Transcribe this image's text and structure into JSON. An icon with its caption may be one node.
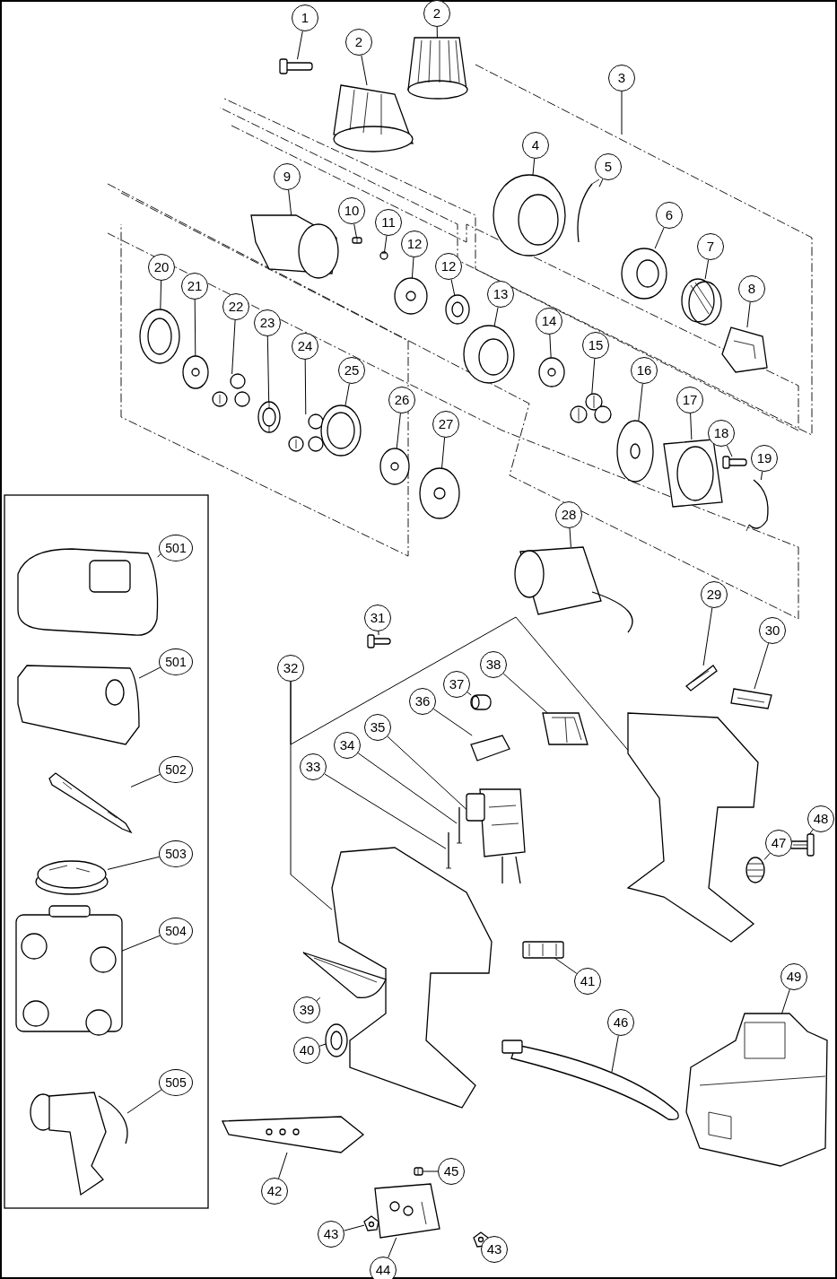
{
  "diagram": {
    "nodes": [
      {
        "text": [
          "1"
        ]
      },
      {
        "text": [
          "2"
        ]
      },
      {
        "text": [
          "2"
        ]
      },
      {
        "text": [
          "3"
        ]
      },
      {
        "text": [
          "4"
        ]
      },
      {
        "text": [
          "5"
        ]
      },
      {
        "text": [
          "6"
        ]
      },
      {
        "text": [
          "7"
        ]
      },
      {
        "text": [
          "8"
        ]
      },
      {
        "text": [
          "9"
        ]
      },
      {
        "text": [
          "10"
        ]
      },
      {
        "text": [
          "11"
        ]
      },
      {
        "text": [
          "12"
        ]
      },
      {
        "text": [
          "12"
        ]
      },
      {
        "text": [
          "13"
        ]
      },
      {
        "text": [
          "14"
        ]
      },
      {
        "text": [
          "15"
        ]
      },
      {
        "text": [
          "16"
        ]
      },
      {
        "text": [
          "17"
        ]
      },
      {
        "text": [
          "18"
        ]
      },
      {
        "text": [
          "19"
        ]
      },
      {
        "text": [
          "20"
        ]
      },
      {
        "text": [
          "21"
        ]
      },
      {
        "text": [
          "22"
        ]
      },
      {
        "text": [
          "23"
        ]
      },
      {
        "text": [
          "24"
        ]
      },
      {
        "text": [
          "25"
        ]
      },
      {
        "text": [
          "26"
        ]
      },
      {
        "text": [
          "27"
        ]
      },
      {
        "text": [
          "28"
        ]
      },
      {
        "text": [
          "29"
        ]
      },
      {
        "text": [
          "30"
        ]
      },
      {
        "text": [
          "31"
        ]
      },
      {
        "text": [
          "32"
        ]
      },
      {
        "text": [
          "33"
        ]
      },
      {
        "text": [
          "34"
        ]
      },
      {
        "text": [
          "35"
        ]
      },
      {
        "text": [
          "36"
        ]
      },
      {
        "text": [
          "37"
        ]
      },
      {
        "text": [
          "38"
        ]
      },
      {
        "text": [
          "39"
        ]
      },
      {
        "text": [
          "40"
        ]
      },
      {
        "text": [
          "41"
        ]
      },
      {
        "text": [
          "42"
        ]
      },
      {
        "text": [
          "43"
        ]
      },
      {
        "text": [
          "44"
        ]
      },
      {
        "text": [
          "45"
        ]
      },
      {
        "text": [
          "43"
        ]
      },
      {
        "text": [
          "46"
        ]
      },
      {
        "text": [
          "47"
        ]
      },
      {
        "text": [
          "48"
        ]
      },
      {
        "text": [
          "49"
        ]
      },
      {
        "text": [
          "501"
        ]
      },
      {
        "text": [
          "501"
        ]
      },
      {
        "text": [
          "502"
        ]
      },
      {
        "text": [
          "503"
        ]
      },
      {
        "text": [
          "504"
        ]
      },
      {
        "text": [
          "505"
        ]
      },
      {
        "text": [],
        "shape": "picture"
      },
      {
        "text": [],
        "shape": "picture"
      },
      {
        "text": [],
        "shape": "picture"
      },
      {
        "text": [],
        "shape": "picture"
      },
      {
        "text": [],
        "shape": "picture"
      },
      {
        "text": [],
        "shape": "picture"
      },
      {
        "text": [],
        "shape": "picture"
      },
      {
        "text": [],
        "shape": "picture"
      },
      {
        "text": [],
        "shape": "picture"
      },
      {
        "text": [],
        "shape": "picture"
      },
      {
        "text": [],
        "shape": "picture"
      },
      {
        "text": [],
        "shape": "picture"
      },
      {
        "text": [],
        "shape": "picture"
      },
      {
        "text": [],
        "shape": "picture"
      },
      {
        "text": [],
        "shape": "picture"
      },
      {
        "text": [],
        "shape": "picture"
      },
      {
        "text": [],
        "shape": "picture"
      },
      {
        "text": [],
        "shape": "picture"
      },
      {
        "text": [],
        "shape": "picture"
      },
      {
        "text": [],
        "shape": "picture"
      },
      {
        "text": [],
        "shape": "picture"
      },
      {
        "text": [],
        "shape": "picture"
      },
      {
        "text": [],
        "shape": "picture"
      },
      {
        "text": [],
        "shape": "picture"
      },
      {
        "text": [],
        "shape": "picture"
      },
      {
        "text": [],
        "shape": "picture"
      },
      {
        "text": [],
        "shape": "picture"
      },
      {
        "text": [],
        "shape": "picture"
      },
      {
        "text": [],
        "shape": "picture"
      },
      {
        "text": [],
        "shape": "picture"
      },
      {
        "text": [],
        "shape": "picture"
      },
      {
        "text": [],
        "shape": "picture"
      },
      {
        "text": [],
        "shape": "picture"
      },
      {
        "text": [],
        "shape": "picture"
      },
      {
        "text": [],
        "shape": "picture"
      },
      {
        "text": [],
        "shape": "picture"
      },
      {
        "text": [],
        "shape": "picture"
      },
      {
        "text": [],
        "shape": "picture"
      },
      {
        "text": [],
        "shape": "picture"
      },
      {
        "text": [],
        "shape": "picture"
      },
      {
        "text": [],
        "shape": "picture"
      },
      {
        "text": [],
        "shape": "picture"
      },
      {
        "text": [],
        "shape": "picture"
      },
      {
        "text": [],
        "shape": "picture"
      },
      {
        "text": [],
        "shape": "picture"
      },
      {
        "text": [],
        "shape": "picture"
      },
      {
        "text": [],
        "shape": "picture"
      },
      {
        "text": [],
        "shape": "picture"
      },
      {
        "text": [],
        "shape": "picture"
      },
      {
        "text": [],
        "shape": "picture"
      },
      {
        "text": [],
        "shape": "picture"
      },
      {
        "text": [],
        "shape": "picture"
      },
      {
        "text": [],
        "shape": "picture"
      },
      {
        "text": [],
        "shape": "picture"
      },
      {
        "text": [],
        "shape": "picture"
      },
      {
        "text": [],
        "shape": "picture"
      },
      {
        "text": [],
        "shape": "picture"
      },
      {
        "text": [],
        "shape": "picture"
      }
    ],
    "edges": [
      {
        "from": 0,
        "to": 58,
        "arrow": "none"
      },
      {
        "from": 1,
        "to": 59,
        "arrow": "none"
      },
      {
        "from": 2,
        "to": 60,
        "arrow": "none"
      },
      {
        "from": 3,
        "to": null,
        "arrow": "none"
      },
      {
        "from": 4,
        "to": 61,
        "arrow": "none"
      },
      {
        "from": 5,
        "to": 62,
        "arrow": "none"
      },
      {
        "from": 6,
        "to": 63,
        "arrow": "none"
      },
      {
        "from": 7,
        "to": 64,
        "arrow": "none"
      },
      {
        "from": 8,
        "to": 65,
        "arrow": "none"
      },
      {
        "from": 9,
        "to": 66,
        "arrow": "none"
      },
      {
        "from": 10,
        "to": 67,
        "arrow": "none"
      },
      {
        "from": 11,
        "to": 68,
        "arrow": "none"
      },
      {
        "from": 12,
        "to": 69,
        "arrow": "none"
      },
      {
        "from": 13,
        "to": 70,
        "arrow": "none"
      },
      {
        "from": 14,
        "to": 71,
        "arrow": "none"
      },
      {
        "from": 15,
        "to": 72,
        "arrow": "none"
      },
      {
        "from": 16,
        "to": 73,
        "arrow": "none"
      },
      {
        "from": 17,
        "to": 74,
        "arrow": "none"
      },
      {
        "from": 18,
        "to": 75,
        "arrow": "none"
      },
      {
        "from": 19,
        "to": 76,
        "arrow": "none"
      },
      {
        "from": 20,
        "to": 77,
        "arrow": "none"
      },
      {
        "from": 21,
        "to": 78,
        "arrow": "none"
      },
      {
        "from": 22,
        "to": 79,
        "arrow": "none"
      },
      {
        "from": 23,
        "to": 80,
        "arrow": "none"
      },
      {
        "from": 24,
        "to": 81,
        "arrow": "none"
      },
      {
        "from": 25,
        "to": 82,
        "arrow": "none"
      },
      {
        "from": 26,
        "to": 83,
        "arrow": "none"
      },
      {
        "from": 27,
        "to": 84,
        "arrow": "none"
      },
      {
        "from": 28,
        "to": 85,
        "arrow": "none"
      },
      {
        "from": 29,
        "to": 86,
        "arrow": "none"
      },
      {
        "from": 30,
        "to": 87,
        "arrow": "none"
      },
      {
        "from": 31,
        "to": 88,
        "arrow": "none"
      },
      {
        "from": 32,
        "to": 89,
        "arrow": "none"
      },
      {
        "from": 33,
        "to": 90,
        "arrow": "none"
      },
      {
        "from": 33,
        "to": 91,
        "arrow": "none"
      },
      {
        "from": 34,
        "to": 92,
        "arrow": "none"
      },
      {
        "from": 35,
        "to": 93,
        "arrow": "none"
      },
      {
        "from": 36,
        "to": 94,
        "arrow": "none"
      },
      {
        "from": 37,
        "to": 95,
        "arrow": "none"
      },
      {
        "from": 38,
        "to": 96,
        "arrow": "none"
      },
      {
        "from": 39,
        "to": 97,
        "arrow": "none"
      },
      {
        "from": 40,
        "to": 98,
        "arrow": "none"
      },
      {
        "from": 41,
        "to": 99,
        "arrow": "none"
      },
      {
        "from": 42,
        "to": 100,
        "arrow": "none"
      },
      {
        "from": 43,
        "to": 101,
        "arrow": "none"
      },
      {
        "from": 44,
        "to": 102,
        "arrow": "none"
      },
      {
        "from": 45,
        "to": 103,
        "arrow": "none"
      },
      {
        "from": 46,
        "to": 104,
        "arrow": "none"
      },
      {
        "from": 47,
        "to": 105,
        "arrow": "none"
      },
      {
        "from": 48,
        "to": 106,
        "arrow": "none"
      },
      {
        "from": 49,
        "to": 107,
        "arrow": "none"
      },
      {
        "from": 50,
        "to": 108,
        "arrow": "none"
      },
      {
        "from": 51,
        "to": 109,
        "arrow": "none"
      },
      {
        "from": 52,
        "to": 110,
        "arrow": "none"
      },
      {
        "from": 53,
        "to": 111,
        "arrow": "none"
      },
      {
        "from": 54,
        "to": 112,
        "arrow": "none"
      },
      {
        "from": 55,
        "to": 113,
        "arrow": "none"
      },
      {
        "from": 56,
        "to": 114,
        "arrow": "none"
      },
      {
        "from": 57,
        "to": 115,
        "arrow": "none"
      }
    ]
  }
}
